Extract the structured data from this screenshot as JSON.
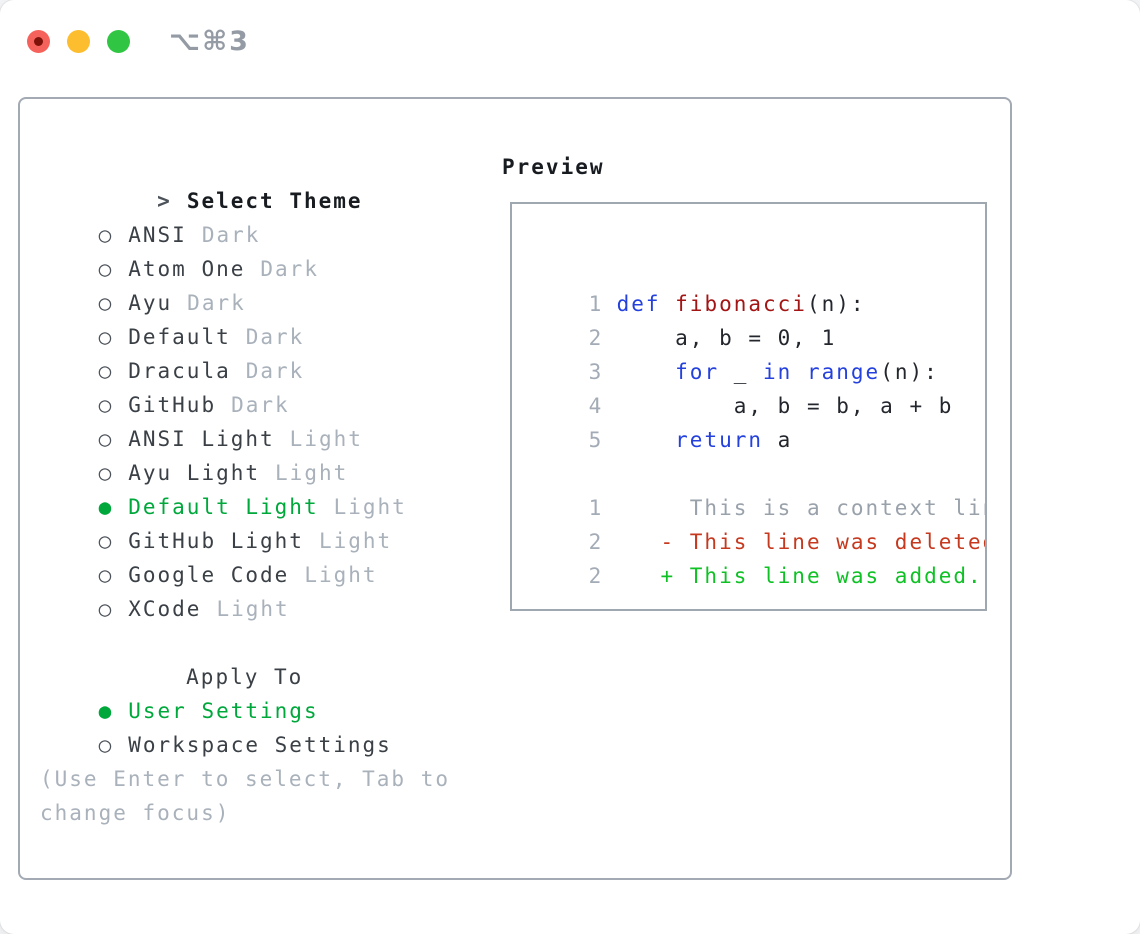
{
  "titlebar": {
    "shortcut": "⌥⌘3"
  },
  "icons": {
    "radio_unselected": "○",
    "radio_selected": "●",
    "focus_caret": ">"
  },
  "theme_picker": {
    "title": "Select Theme",
    "themes": [
      {
        "name": "ANSI",
        "variant": "Dark",
        "selected": false
      },
      {
        "name": "Atom One",
        "variant": "Dark",
        "selected": false
      },
      {
        "name": "Ayu",
        "variant": "Dark",
        "selected": false
      },
      {
        "name": "Default",
        "variant": "Dark",
        "selected": false
      },
      {
        "name": "Dracula",
        "variant": "Dark",
        "selected": false
      },
      {
        "name": "GitHub",
        "variant": "Dark",
        "selected": false
      },
      {
        "name": "ANSI Light",
        "variant": "Light",
        "selected": false
      },
      {
        "name": "Ayu Light",
        "variant": "Light",
        "selected": false
      },
      {
        "name": "Default Light",
        "variant": "Light",
        "selected": true
      },
      {
        "name": "GitHub Light",
        "variant": "Light",
        "selected": false
      },
      {
        "name": "Google Code",
        "variant": "Light",
        "selected": false
      },
      {
        "name": "XCode",
        "variant": "Light",
        "selected": false
      }
    ],
    "apply_to": {
      "title": "Apply To",
      "options": [
        {
          "label": "User Settings",
          "selected": true
        },
        {
          "label": "Workspace Settings",
          "selected": false
        }
      ]
    },
    "hint": "(Use Enter to select, Tab to\nchange focus)"
  },
  "preview": {
    "title": "Preview",
    "code_lines": [
      {
        "num": "1",
        "tokens": [
          {
            "t": "def ",
            "c": "kw"
          },
          {
            "t": "fibonacci",
            "c": "fn"
          },
          {
            "t": "(n):",
            "c": "plain"
          }
        ]
      },
      {
        "num": "2",
        "tokens": [
          {
            "t": "    a, b = 0, 1",
            "c": "plain"
          }
        ]
      },
      {
        "num": "3",
        "tokens": [
          {
            "t": "    ",
            "c": "plain"
          },
          {
            "t": "for",
            "c": "kw"
          },
          {
            "t": " _ ",
            "c": "plain"
          },
          {
            "t": "in",
            "c": "kw"
          },
          {
            "t": " ",
            "c": "plain"
          },
          {
            "t": "range",
            "c": "kw"
          },
          {
            "t": "(n):",
            "c": "plain"
          }
        ]
      },
      {
        "num": "4",
        "tokens": [
          {
            "t": "        a, b = b, a + b",
            "c": "plain"
          }
        ]
      },
      {
        "num": "5",
        "tokens": [
          {
            "t": "    ",
            "c": "plain"
          },
          {
            "t": "return",
            "c": "kw"
          },
          {
            "t": " a",
            "c": "plain"
          }
        ]
      }
    ],
    "diff_lines": [
      {
        "num": "1",
        "tokens": [
          {
            "t": "     This is a context line.",
            "c": "ctx"
          }
        ]
      },
      {
        "num": "2",
        "tokens": [
          {
            "t": "   - This line was deleted.",
            "c": "del"
          }
        ]
      },
      {
        "num": "2",
        "tokens": [
          {
            "t": "   + This line was added.",
            "c": "add"
          }
        ]
      }
    ]
  },
  "colors": {
    "accent_green": "#00a83c",
    "diff_added": "#0fc125",
    "diff_deleted": "#c5391f",
    "keyword_blue": "#2441dd",
    "function_red": "#a31515",
    "code_text": "#23272d",
    "context_gray": "#99a1ab",
    "lineno_gray": "#a3abb6",
    "muted_gray": "#a9b1bb",
    "list_text": "#3a4046",
    "header_text": "#181c20",
    "marker_gray": "#4c525a",
    "panel_border": "#a3aab4",
    "preview_border": "#9fa7b1",
    "shortcut_gray": "#949ba4",
    "traffic_red": "#f5625b",
    "traffic_red_dot": "#7d120b",
    "traffic_yellow": "#fcbd2f",
    "traffic_green": "#30c644"
  }
}
